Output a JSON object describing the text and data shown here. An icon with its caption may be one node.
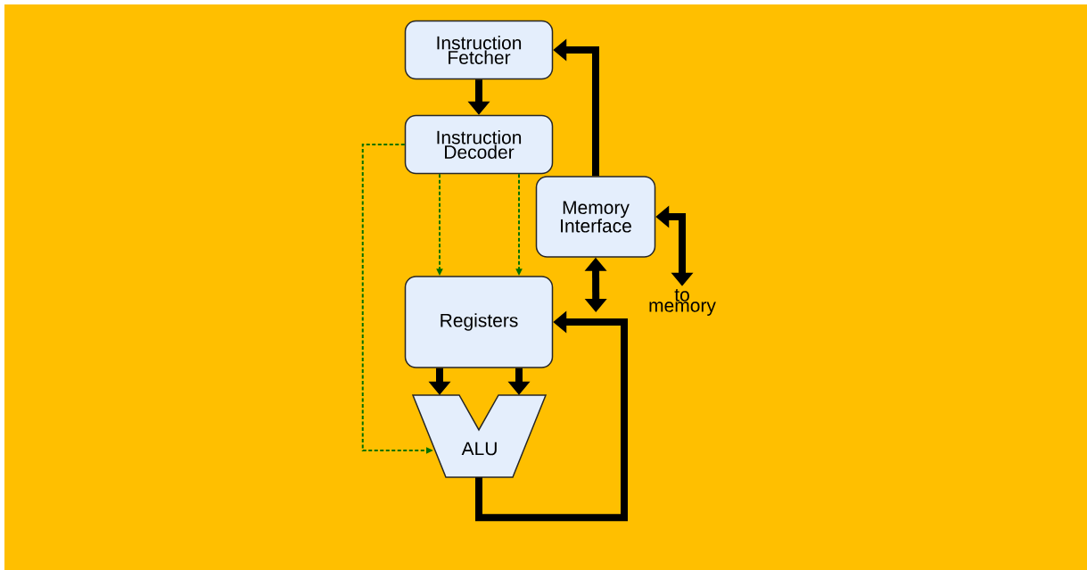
{
  "diagram": {
    "nodes": [
      {
        "text": [
          "Instruction Fetcher"
        ]
      },
      {
        "text": [
          "Instruction Decoder"
        ]
      },
      {
        "text": [
          "Memory Interface"
        ]
      },
      {
        "text": [
          "Registers"
        ]
      },
      {
        "text": [
          "ALU"
        ]
      },
      {
        "text": [
          "to memory"
        ]
      }
    ],
    "edges": [
      {
        "from": 0,
        "to": 1,
        "arrow": "to"
      },
      {
        "from": 2,
        "to": 0,
        "arrow": "to"
      },
      {
        "from": 1,
        "to": 3,
        "arrow": "to",
        "style": "dashed",
        "color": "#007000"
      },
      {
        "from": 1,
        "to": 3,
        "arrow": "to",
        "style": "dashed",
        "color": "#007000"
      },
      {
        "from": 1,
        "to": 4,
        "arrow": "to",
        "style": "dashed",
        "color": "#007000"
      },
      {
        "from": 3,
        "to": 4,
        "arrow": "to"
      },
      {
        "from": 3,
        "to": 4,
        "arrow": "to"
      },
      {
        "from": 4,
        "to": 3,
        "arrow": "to"
      },
      {
        "from": 2,
        "to": 3,
        "arrow": "both"
      },
      {
        "from": 2,
        "to": 5,
        "arrow": "both"
      }
    ]
  }
}
